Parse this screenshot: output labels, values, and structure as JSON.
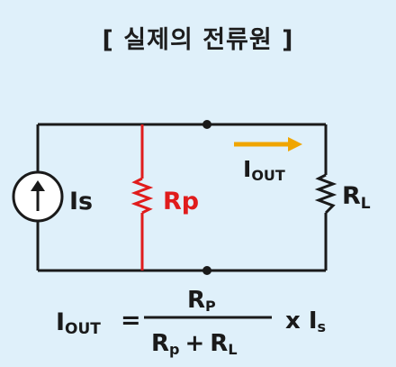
{
  "title": "[ 실제의 전류원 ]",
  "source_label": "Is",
  "parallel_resistor_label": "Rp",
  "load_label_main": "R",
  "load_label_sub": "L",
  "current_label_main": "I",
  "current_label_sub": "OUT",
  "formula": {
    "lhs_main": "I",
    "lhs_sub": "OUT",
    "equals": "=",
    "num_main": "R",
    "num_sub": "P",
    "den_a_main": "R",
    "den_a_sub": "p",
    "den_plus": "+",
    "den_b_main": "R",
    "den_b_sub": "L",
    "times": "x I",
    "times_sub": "s"
  },
  "colors": {
    "wire": "#1a1a1a",
    "rp": "#e01c1c",
    "arrow": "#f0a500",
    "background": "#dff0fa"
  }
}
